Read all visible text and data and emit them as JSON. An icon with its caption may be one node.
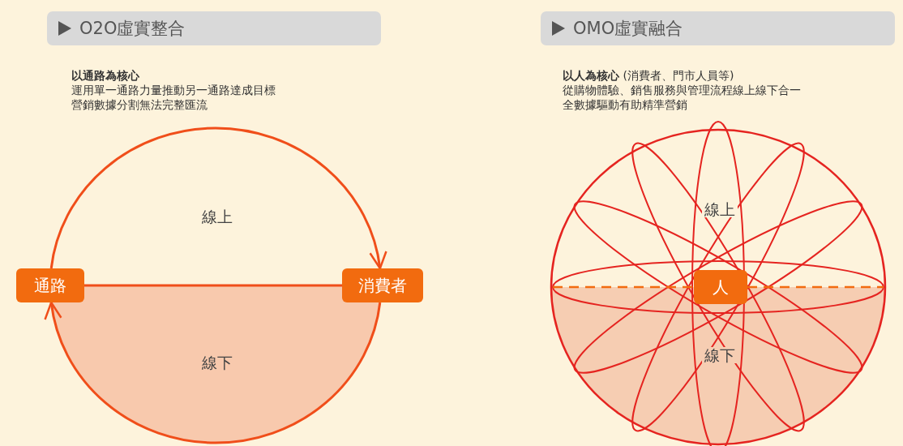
{
  "diagram": {
    "nodes": [
      {
        "text": [
          "O2O虛實整合"
        ]
      },
      {
        "text": [
          "通路"
        ]
      },
      {
        "text": [
          "消費者"
        ]
      },
      {
        "text": [
          "OMO虛實融合"
        ]
      },
      {
        "text": [
          "人"
        ]
      }
    ],
    "edges": [
      {
        "from": 1,
        "to": 2,
        "arrow": "to"
      },
      {
        "from": 2,
        "to": 1,
        "arrow": "to"
      },
      {
        "from": 1,
        "to": 2,
        "arrow": "none"
      }
    ],
    "labels": [
      "以通路為核心",
      "運用單一通路力量推動另一通路達成目標",
      "營銷數據分割無法完整匯流",
      "線上",
      "線下",
      "**以人為核心** (消費者、門市人員等)",
      "從購物體驗、銷售服務與管理流程線上線下合一",
      "全數據驅動有助精準營銷",
      "線上",
      "線下"
    ]
  }
}
